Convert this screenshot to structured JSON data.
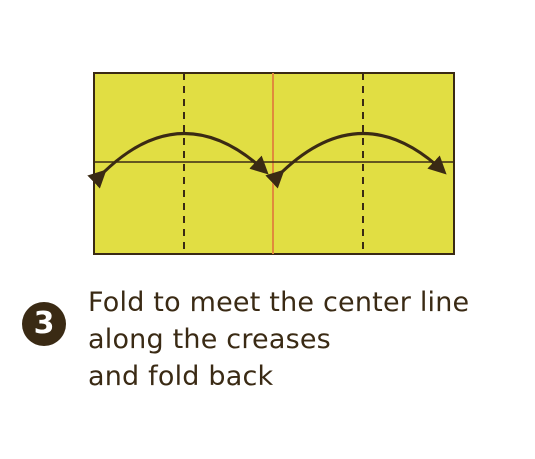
{
  "step": {
    "number": "3"
  },
  "instructions": {
    "lines": [
      "Fold to meet the center line",
      "along the creases",
      "and fold back"
    ]
  },
  "colors": {
    "paper": "#e1de43",
    "outline": "#3a2a14",
    "center_line": "#e08a3c",
    "text": "#3a2a14",
    "badge": "#3a2a14"
  }
}
